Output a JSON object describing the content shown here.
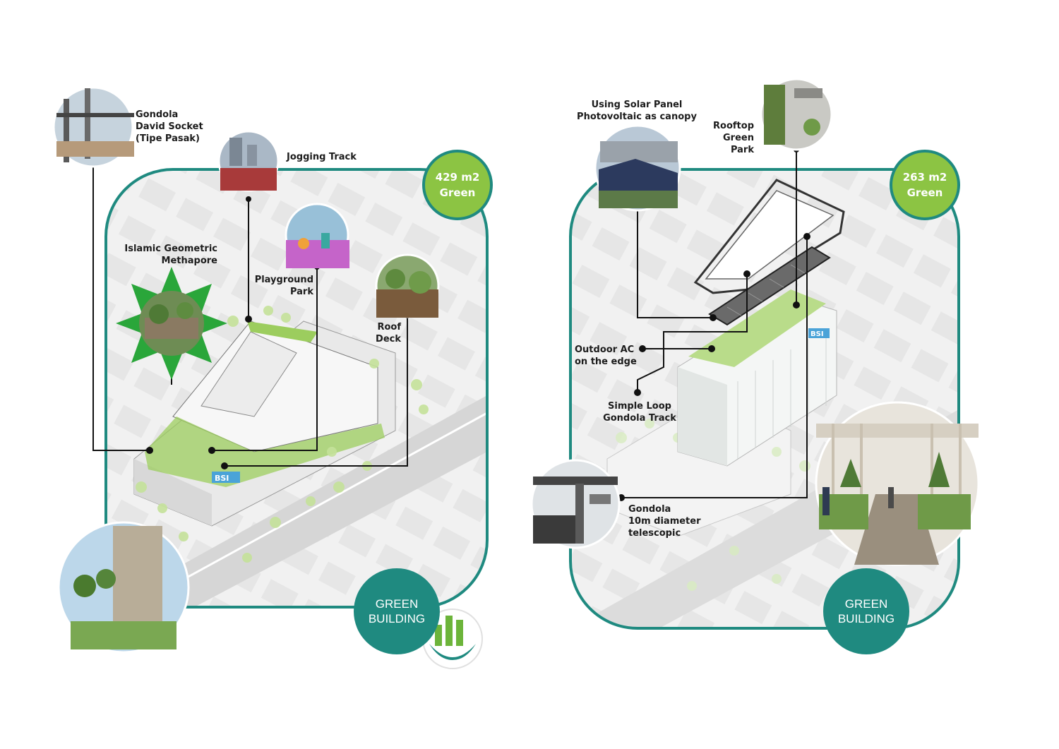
{
  "colors": {
    "frame": "#1f8a80",
    "accent_green": "#8cc443",
    "line": "#111111",
    "star": "#2aa63a"
  },
  "left_panel": {
    "badge": {
      "line1": "429 m2",
      "line2": "Green"
    },
    "green_building": {
      "line1": "GREEN",
      "line2": "BUILDING"
    },
    "callouts": {
      "gondola_socket": [
        "Gondola",
        "David Socket",
        "(Tipe Pasak)"
      ],
      "jogging_track": [
        "Jogging Track"
      ],
      "islamic_geometric": [
        "Islamic Geometric",
        "Methapore"
      ],
      "playground_park": [
        "Playground",
        "Park"
      ],
      "roof_deck": [
        "Roof",
        "Deck"
      ]
    },
    "sign_text": "BSI"
  },
  "right_panel": {
    "badge": {
      "line1": "263 m2",
      "line2": "Green"
    },
    "green_building": {
      "line1": "GREEN",
      "line2": "BUILDING"
    },
    "callouts": {
      "solar_panel": [
        "Using Solar Panel",
        "Photovoltaic as canopy"
      ],
      "rooftop_green_park": [
        "Rooftop",
        "Green",
        "Park"
      ],
      "outdoor_ac": [
        "Outdoor AC",
        "on the edge"
      ],
      "simple_loop": [
        "Simple Loop",
        "Gondola Track"
      ],
      "gondola_telescopic": [
        "Gondola",
        "10m diameter",
        "telescopic"
      ]
    },
    "sign_text": "BSI"
  },
  "icons": {
    "logo": "green-building-logo-icon"
  }
}
